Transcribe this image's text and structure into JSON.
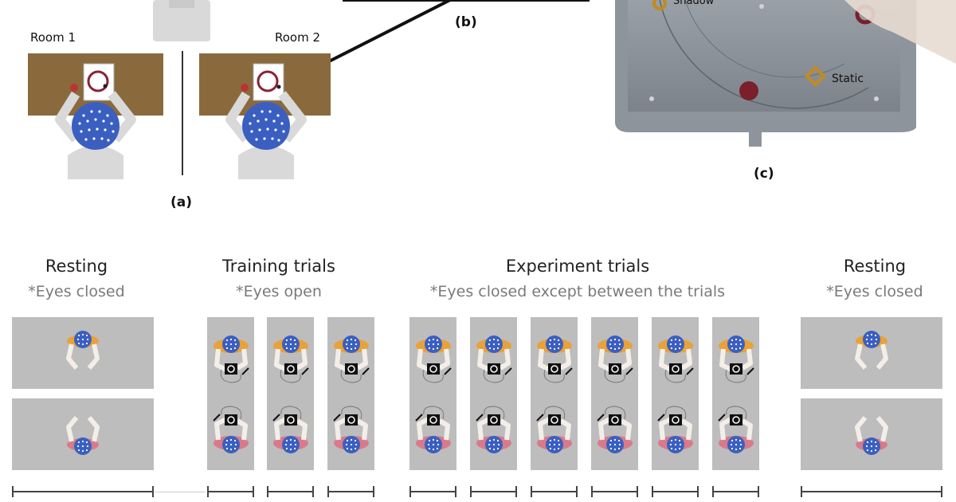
{
  "panel_labels": {
    "a": "(a)",
    "b": "(b)",
    "c": "(c)"
  },
  "rooms": {
    "room1": "Room 1",
    "room2": "Room 2"
  },
  "tablet_markers": {
    "shadow": "Shadow",
    "static": "Static"
  },
  "phases": [
    {
      "title": "Resting",
      "subtitle": "*Eyes closed"
    },
    {
      "title": "Training trials",
      "subtitle": "*Eyes open"
    },
    {
      "title": "Experiment trials",
      "subtitle": "*Eyes closed except between the trials"
    },
    {
      "title": "Resting",
      "subtitle": "*Eyes closed"
    }
  ],
  "colors": {
    "desk": "#8a6a3c",
    "eeg_cap": "#3b5fc0",
    "person": "#d9d9d9",
    "tile": "#bdbdbd",
    "ring": "#8a2236",
    "marker": "#c28b1f",
    "shoulder_top": "#e8a23a",
    "shoulder_bottom": "#d97a8a"
  }
}
